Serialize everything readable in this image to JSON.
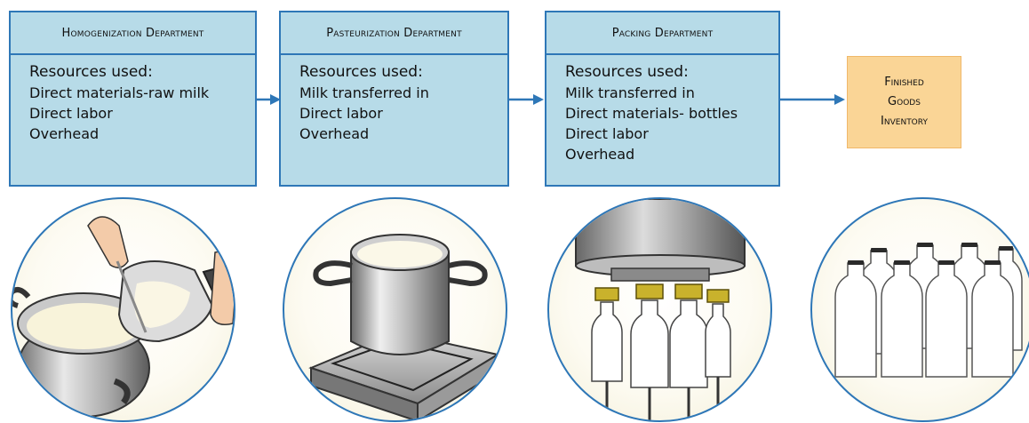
{
  "departments": [
    {
      "title": "Homogenization Department",
      "resources_label": "Resources used:",
      "items": [
        "Direct materials-raw milk",
        "Direct labor",
        "Overhead"
      ]
    },
    {
      "title": "Pasteurization Department",
      "resources_label": "Resources used:",
      "items": [
        "Milk transferred in",
        "Direct labor",
        "Overhead"
      ]
    },
    {
      "title": "Packing Department",
      "resources_label": "Resources used:",
      "items": [
        "Milk transferred in",
        "Direct materials- bottles",
        "Direct labor",
        "Overhead"
      ]
    }
  ],
  "finished_goods": {
    "line1": "Finished",
    "line2": "Goods",
    "line3": "Inventory"
  },
  "illustrations": [
    "pouring-milk-icon",
    "pot-on-stove-icon",
    "bottling-machine-icon",
    "milk-bottles-icon"
  ],
  "colors": {
    "dept_fill": "#b7dbe8",
    "border_blue": "#2e77b7",
    "finished_goods_fill": "#fad596"
  }
}
